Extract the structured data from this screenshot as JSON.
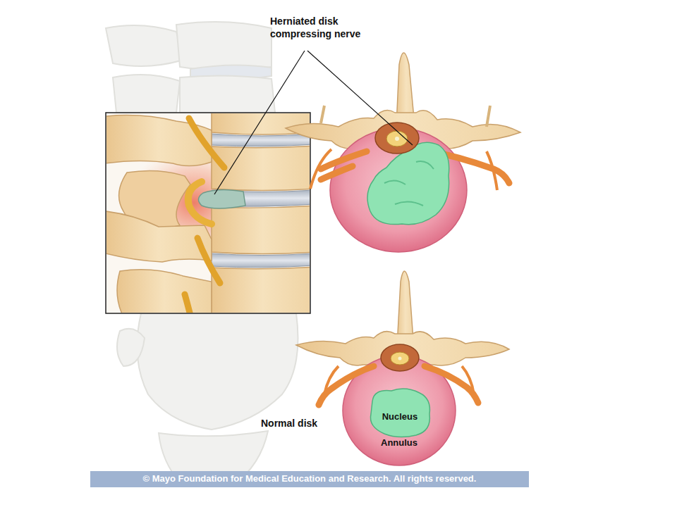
{
  "diagram": {
    "labels": [
      "Herniated disk compressing nerve",
      "Normal disk",
      "Nucleus",
      "Annulus",
      "© Mayo Foundation for Medical Education and Research. All rights reserved."
    ]
  }
}
